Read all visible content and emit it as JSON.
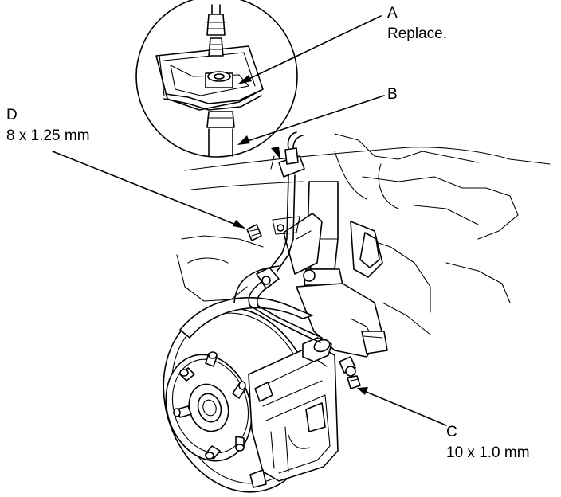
{
  "callouts": {
    "a": {
      "letter": "A",
      "note": "Replace."
    },
    "b": {
      "letter": "B"
    },
    "c": {
      "letter": "C",
      "spec": "10 x 1.0 mm"
    },
    "d": {
      "letter": "D",
      "spec": "8 x 1.25 mm"
    }
  }
}
